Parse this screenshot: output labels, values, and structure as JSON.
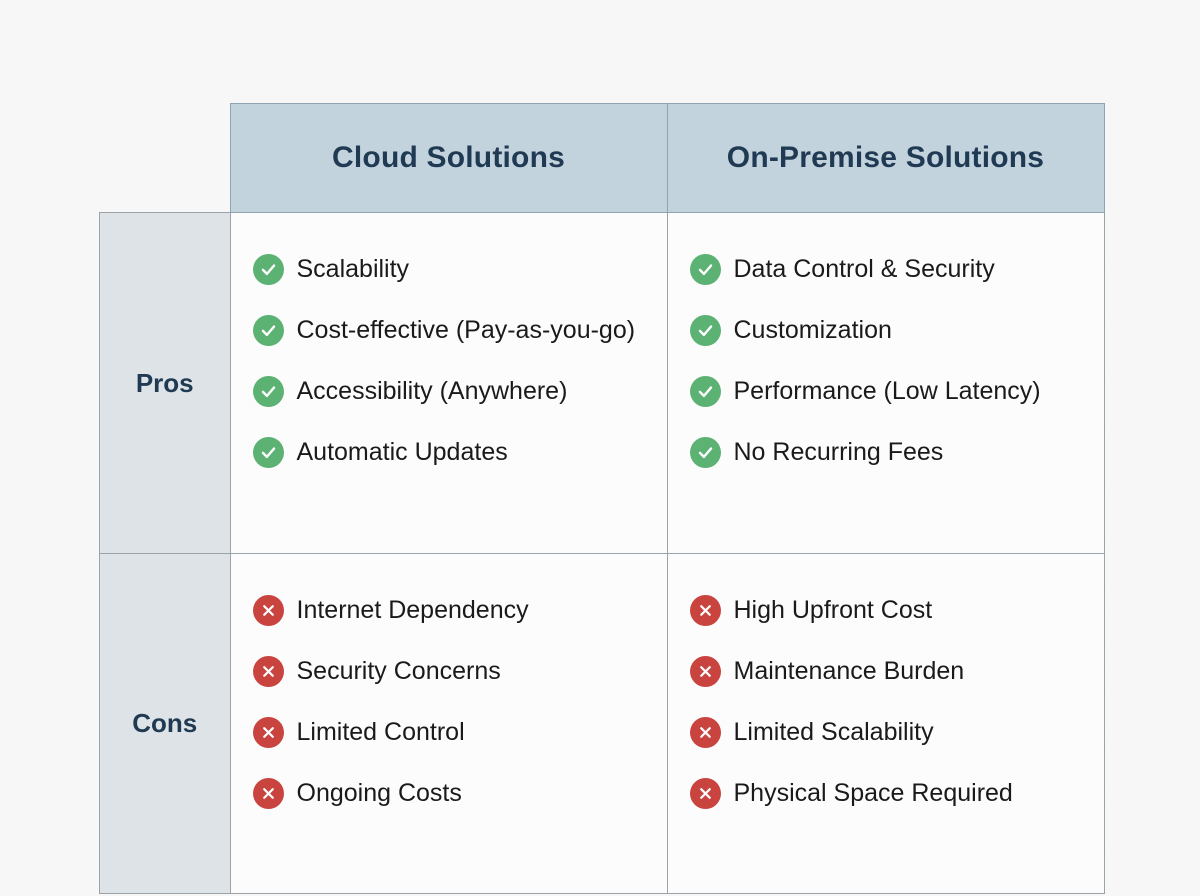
{
  "table": {
    "corner_label": "",
    "column_headers": [
      {
        "label": "Cloud Solutions"
      },
      {
        "label": "On-Premise Solutions"
      }
    ],
    "rows": [
      {
        "label": "Pros",
        "icon": "check-circle-icon",
        "cells": [
          {
            "column": "Cloud Solutions",
            "items": [
              "Scalability",
              "Cost-effective (Pay-as-you-go)",
              "Accessibility (Anywhere)",
              "Automatic Updates"
            ]
          },
          {
            "column": "On-Premise Solutions",
            "items": [
              "Data Control & Security",
              "Customization",
              "Performance (Low Latency)",
              "No Recurring Fees"
            ]
          }
        ]
      },
      {
        "label": "Cons",
        "icon": "x-circle-icon",
        "cells": [
          {
            "column": "Cloud Solutions",
            "items": [
              "Internet Dependency",
              "Security Concerns",
              "Limited Control",
              "Ongoing Costs"
            ]
          },
          {
            "column": "On-Premise Solutions",
            "items": [
              "High Upfront Cost",
              "Maintenance Burden",
              "Limited Scalability",
              "Physical Space Required"
            ]
          }
        ]
      }
    ]
  },
  "colors": {
    "page_background": "#f7f7f7",
    "header_background": "#c3d3de",
    "header_text": "#1f3a52",
    "row_label_background": "#dde3e6",
    "cell_background": "#fcfcfc",
    "border": "#9aa3a8",
    "pro_badge": "#5cb273",
    "con_badge": "#c9443f",
    "item_text": "#1a1a1a"
  }
}
